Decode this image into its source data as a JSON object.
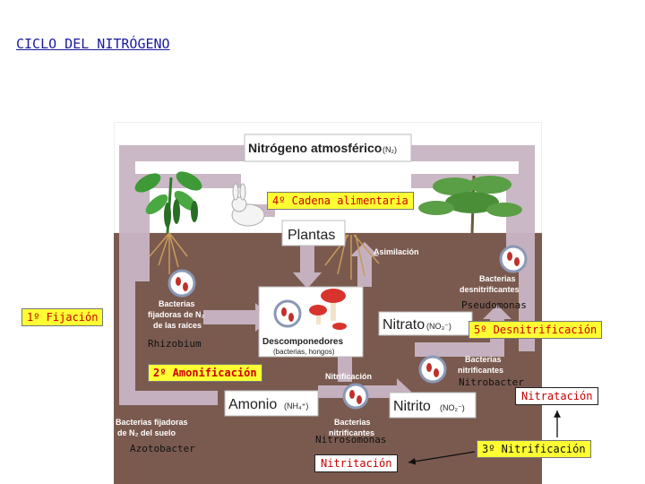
{
  "title": "CICLO DEL NITRÓGENO",
  "steps": {
    "fixation": "1º Fijación",
    "ammonification": "2º Amonificación",
    "nitrification": "3º Nitrificación",
    "food_chain": "4º Cadena alimentaria",
    "denitrification": "5º Desnitrificación"
  },
  "processes": {
    "nitritation": "Nitritación",
    "nitratation": "Nitratación"
  },
  "organisms": {
    "rhizobium": "Rhizobium",
    "azotobacter": "Azotobacter",
    "nitrosomonas": "Nitrosomonas",
    "nitrobacter": "Nitrobacter",
    "pseudomonas": "Pseudomonas"
  },
  "diagram": {
    "atmospheric_n": "Nitrógeno atmosférico",
    "atmospheric_n_formula": "(N₂)",
    "plants": "Plantas",
    "assimilation": "Asimilación",
    "denitrifying_bacteria": "Bacterias desnitrificantes",
    "root_fixing_bacteria": "Bacterias fijadoras de N₂ de las raíces",
    "decomposers": "Descomponedores",
    "decomposers_sub": "(bacterias, hongos)",
    "nitrate": "Nitrato",
    "nitrate_formula": "(NO₃⁻)",
    "nitrification_label": "Nitrificación",
    "nitrifying_bacteria_right": "Bacterias nitrificantes",
    "ammonium": "Amonio",
    "ammonium_formula": "(NH₄⁺)",
    "nitrite": "Nitrito",
    "nitrite_formula": "(NO₂⁻)",
    "soil_fixing_bacteria": "Bacterias fijadoras de N₂ del suelo",
    "nitrifying_bacteria_bottom": "Bacterias nitrificantes"
  },
  "colors": {
    "sky": "#ffffff",
    "soil": "#7a5a4f",
    "arrow": "#c9b5c4",
    "label_yellow": "#ffff33",
    "label_text": "#cc0000",
    "title_blue": "#1a1aa0"
  }
}
